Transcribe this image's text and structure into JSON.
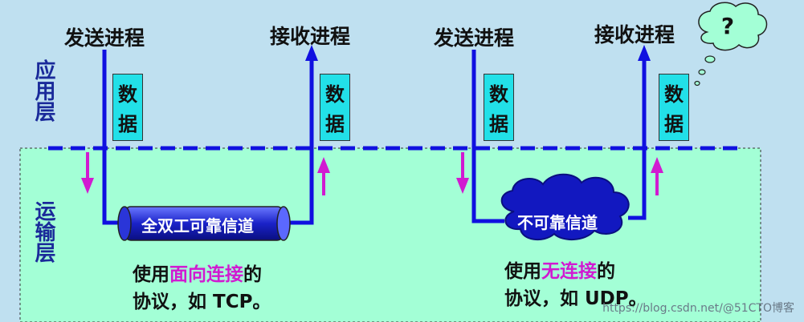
{
  "layers": {
    "application": "应用层",
    "transport": "运输层"
  },
  "left": {
    "sender": "发送进程",
    "receiver": "接收进程",
    "data_chars": [
      "数",
      "据"
    ],
    "channel": "全双工可靠信道",
    "desc_prefix": "使用",
    "desc_highlight": "面向连接",
    "desc_suffix": "的",
    "desc_line2": "协议，如 TCP。"
  },
  "right": {
    "sender": "发送进程",
    "receiver": "接收进程",
    "data_chars": [
      "数",
      "据"
    ],
    "channel": "不可靠信道",
    "desc_prefix": "使用",
    "desc_highlight": "无连接",
    "desc_suffix": "的",
    "desc_line2": "协议，如 UDP。"
  },
  "thought": "?",
  "watermark": "https://blog.csdn.net/@51CTO博客",
  "colors": {
    "app_bg": "#bfe0f0",
    "transport_bg": "#a3ffd6",
    "flow": "#1010e0",
    "accent_arrow": "#d11ad1",
    "data_box": "#22e0e8"
  }
}
